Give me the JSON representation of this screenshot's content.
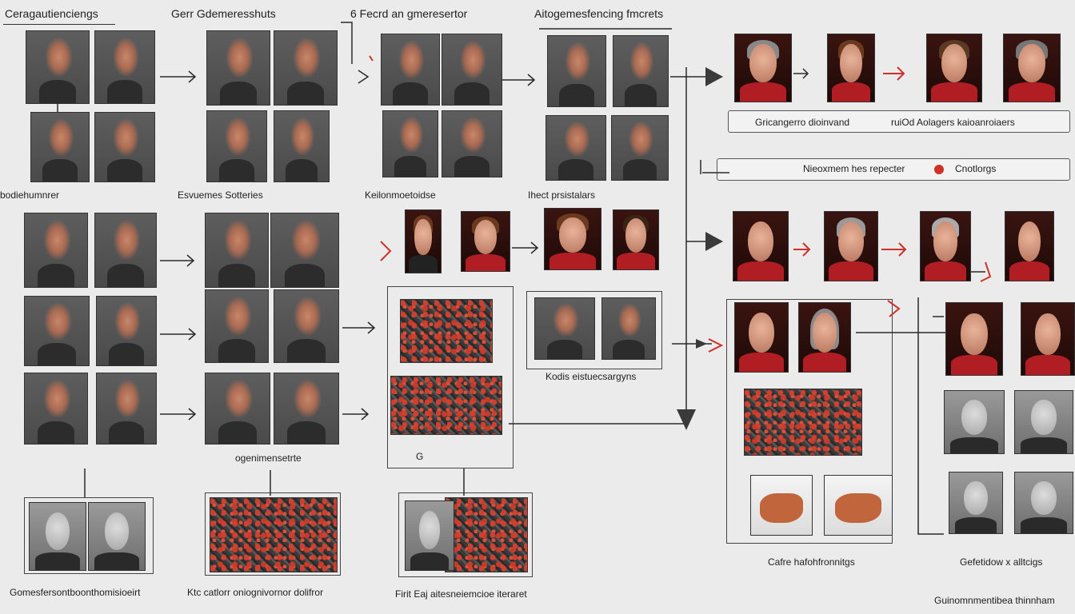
{
  "column_titles": {
    "c1": "Ceragautienciengs",
    "c2": "Gerr Gdemeresshuts",
    "c3": "6 Fecrd an gmeresertor",
    "c4": "Aitogemesfencing fmcrets"
  },
  "row_labels": {
    "c1": "bodiehumnrer",
    "c2": "Esvuemes Sotteries",
    "c3": "Keilonmoetoidse",
    "c4": "Ihect prsistalars"
  },
  "captions": {
    "mid_c2": "ogenimensetrte",
    "mid_c3_marker": "G",
    "c4_lower": "Kodis eistuecsargyns",
    "bottom_c1": "Gomesfersontboonthomisioeirt",
    "bottom_c2": "Ktc catlorr oniognivornor dolifror",
    "bottom_c3": "Firit Eaj aitesneiemcioe iteraret",
    "right_caption_a": "Cafre hafohfronnitgs",
    "right_caption_b": "Gefetidow x alltcigs",
    "right_caption_c": "Guinomnmentibea thinnham"
  },
  "right_top_bar": {
    "left_text": "Gricangerro dioinvand",
    "right_text": "ruiOd Aolagers kaioanroiaers"
  },
  "right_mid_bar": {
    "left_text": "Nieoxmem hes repecter",
    "right_text": "Cnotlorgs"
  },
  "colors": {
    "accent_red": "#d0302a",
    "tile_grey": "#555555",
    "line": "#333333",
    "background": "#ebebeb"
  }
}
